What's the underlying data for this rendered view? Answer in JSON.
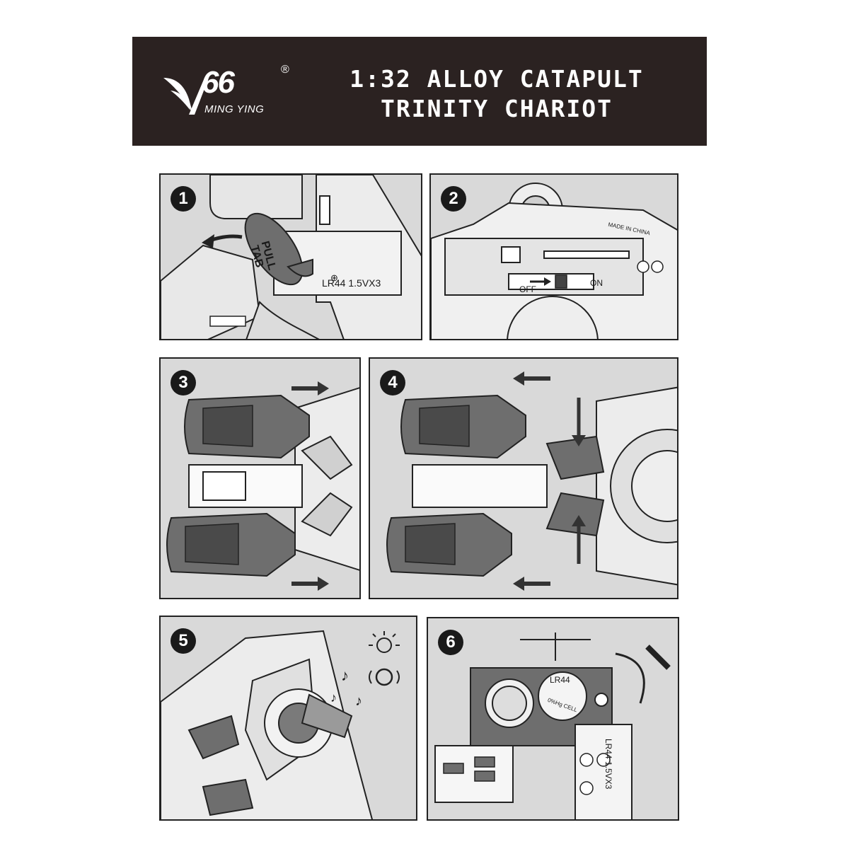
{
  "header": {
    "brand_number": "66",
    "brand_name": "MING YING",
    "registered_mark": "®",
    "title_line1": "1:32 ALLOY CATAPULT",
    "title_line2": "TRINITY CHARIOT"
  },
  "steps": [
    {
      "number": "1",
      "tab_label_line1": "PULL",
      "tab_label_line2": "TAB",
      "battery_label": "LR44 1.5VX3"
    },
    {
      "number": "2",
      "switch_off": "OFF",
      "switch_on": "ON",
      "made_in": "MADE IN CHINA"
    },
    {
      "number": "3"
    },
    {
      "number": "4"
    },
    {
      "number": "5"
    },
    {
      "number": "6",
      "cell_label": "LR44",
      "cell_chem": "0%Hg CELL",
      "battery_label": "LR44 1.5VX3"
    }
  ],
  "colors": {
    "header_bg": "#2b2221",
    "panel_bg": "#d9d9d9",
    "ink": "#1a1a1a",
    "part_dark": "#6e6e6e"
  }
}
